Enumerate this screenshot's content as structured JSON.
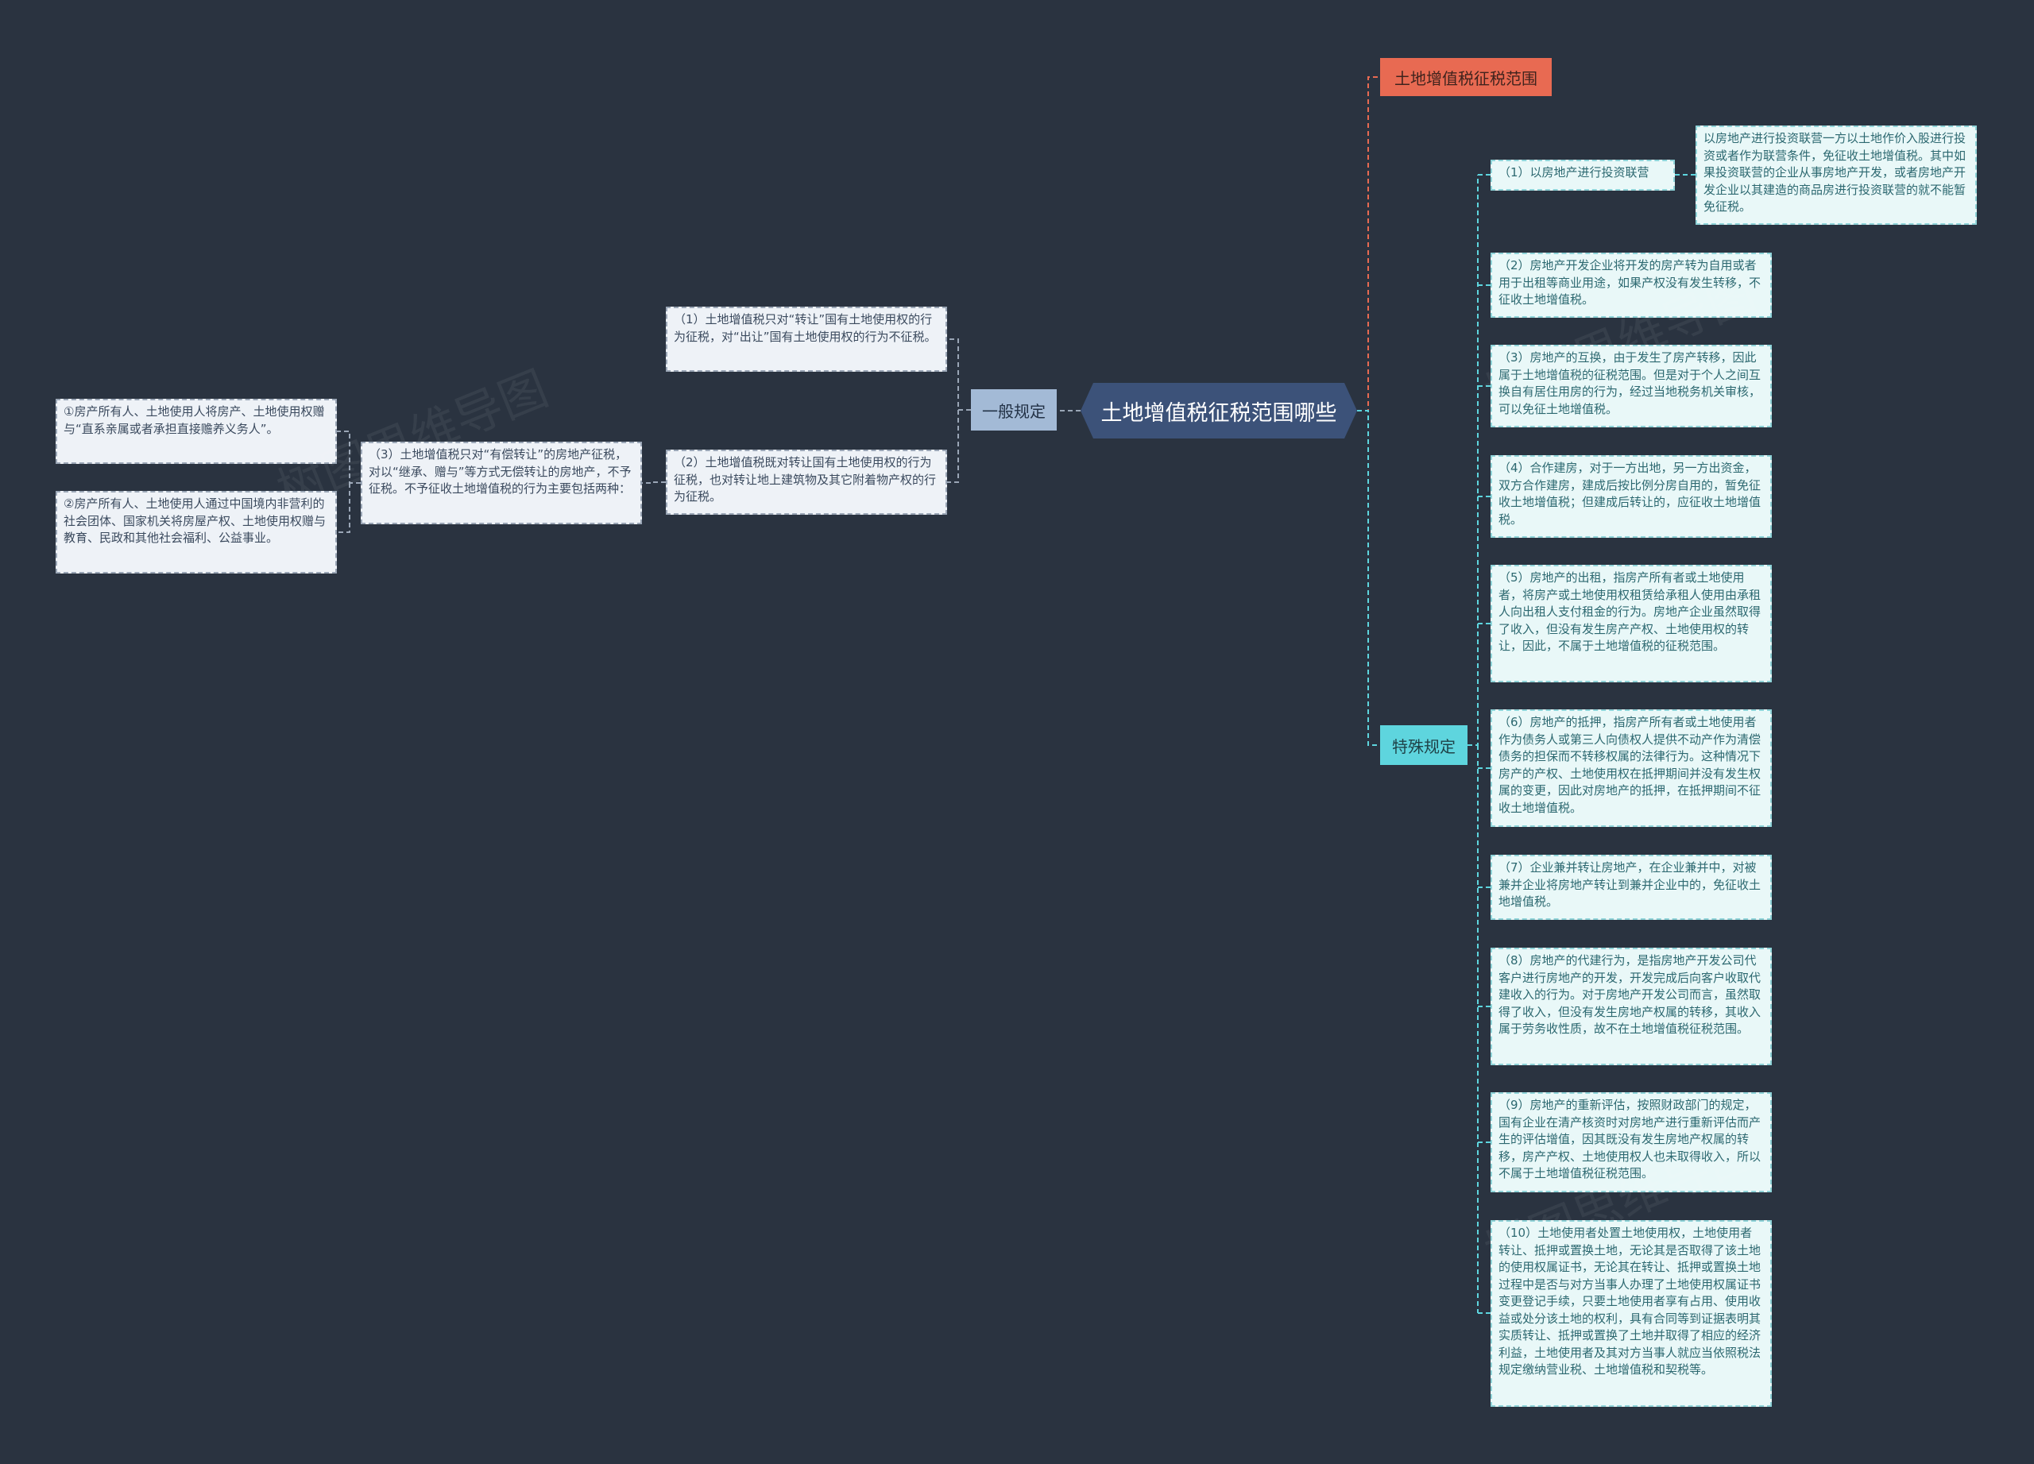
{
  "root": {
    "label": "土地增值税征税范围哪些"
  },
  "branches": {
    "scope": {
      "label": "土地增值税征税范围"
    },
    "special": {
      "label": "特殊规定"
    },
    "general": {
      "label": "一般规定"
    }
  },
  "general_items": [
    "（1）土地增值税只对“转让”国有土地使用权的行为征税，对“出让”国有土地使用权的行为不征税。",
    "（2）土地增值税既对转让国有土地使用权的行为征税，也对转让地上建筑物及其它附着物产权的行为征税。",
    "（3）土地增值税只对“有偿转让”的房地产征税，对以“继承、赠与”等方式无偿转让的房地产，不予征税。不予征收土地增值税的行为主要包括两种："
  ],
  "general_sub_items": [
    "①房产所有人、土地使用人将房产、土地使用权赠与“直系亲属或者承担直接赡养义务人”。",
    "②房产所有人、土地使用人通过中国境内非营利的社会团体、国家机关将房屋产权、土地使用权赠与教育、民政和其他社会福利、公益事业。"
  ],
  "special_items": [
    "（1）以房地产进行投资联营",
    "（2）房地产开发企业将开发的房产转为自用或者用于出租等商业用途，如果产权没有发生转移，不征收土地增值税。",
    "（3）房地产的互换，由于发生了房产转移，因此属于土地增值税的征税范围。但是对于个人之间互换自有居住用房的行为，经过当地税务机关审核，可以免征土地增值税。",
    "（4）合作建房，对于一方出地，另一方出资金，双方合作建房，建成后按比例分房自用的，暂免征收土地增值税；但建成后转让的，应征收土地增值税。",
    "（5）房地产的出租，指房产所有者或土地使用者，将房产或土地使用权租赁给承租人使用由承租人向出租人支付租金的行为。房地产企业虽然取得了收入，但没有发生房产产权、土地使用权的转让，因此，不属于土地增值税的征税范围。",
    "（6）房地产的抵押，指房产所有者或土地使用者作为债务人或第三人向债权人提供不动产作为清偿债务的担保而不转移权属的法律行为。这种情况下房产的产权、土地使用权在抵押期间并没有发生权属的变更，因此对房地产的抵押，在抵押期间不征收土地增值税。",
    "（7）企业兼并转让房地产，在企业兼并中，对被兼并企业将房地产转让到兼并企业中的，免征收土地增值税。",
    "（8）房地产的代建行为，是指房地产开发公司代客户进行房地产的开发，开发完成后向客户收取代建收入的行为。对于房地产开发公司而言，虽然取得了收入，但没有发生房地产权属的转移，其收入属于劳务收性质，故不在土地增值税征税范围。",
    "（9）房地产的重新评估，按照财政部门的规定，国有企业在清产核资时对房地产进行重新评估而产生的评估增值，因其既没有发生房地产权属的转移，房产产权、土地使用权人也未取得收入，所以不属于土地增值税征税范围。",
    "（10）土地使用者处置土地使用权，土地使用者转让、抵押或置换土地，无论其是否取得了该土地的使用权属证书，无论其在转让、抵押或置换土地过程中是否与对方当事人办理了土地使用权属证书变更登记手续，只要土地使用者享有占用、使用收益或处分该土地的权利，具有合同等到证据表明其实质转让、抵押或置换了土地并取得了相应的经济利益，土地使用者及其对方当事人就应当依照税法规定缴纳营业税、土地增值税和契税等。"
  ],
  "special_sub_item": "以房地产进行投资联营一方以土地作价入股进行投资或者作为联营条件，免征收土地增值税。其中如果投资联营的企业从事房地产开发，或者房地产开发企业以其建造的商品房进行投资联营的就不能暂免征税。",
  "watermark": "树图思维导图",
  "colors": {
    "background": "#2a3340",
    "root": "#3c5279",
    "scope_branch": "#e86a52",
    "special_branch": "#5ed5de",
    "general_branch": "#a3bad6",
    "line_red": "#e86a52",
    "line_teal": "#5ed5de",
    "line_grey": "#9aa6b6"
  }
}
